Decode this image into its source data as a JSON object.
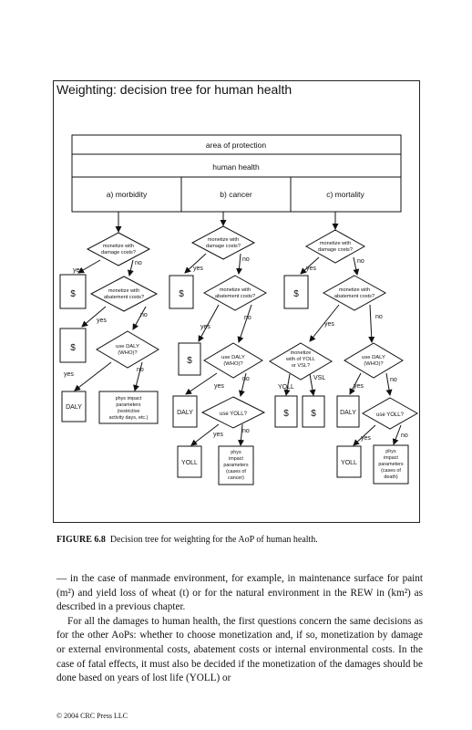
{
  "figure": {
    "title": "Weighting: decision tree for human health",
    "header": {
      "row1": "area of protection",
      "row2": "human health",
      "col_a": "a) morbidity",
      "col_b": "b) cancer",
      "col_c": "c) mortality"
    },
    "nodes": {
      "a_monetize_damage": [
        "monetize with",
        "damage costs?"
      ],
      "a_monetize_abatement": [
        "monetize with",
        "abatement costs?"
      ],
      "a_use_daly": [
        "use DALY",
        "(WHO)?"
      ],
      "a_phys": [
        "phys impact",
        "parameters",
        "(restrictive",
        "activity days, etc.)"
      ],
      "b_monetize_damage": [
        "monetize with",
        "damage costs?"
      ],
      "b_monetize_abatement": [
        "monetize with",
        "abatement costs?"
      ],
      "b_use_daly": [
        "use DALY",
        "(WHO)?"
      ],
      "b_use_yoll": [
        "use YOLL?"
      ],
      "b_phys": [
        "phys",
        "impact",
        "parameters",
        "(cases of",
        "cancer)"
      ],
      "c_monetize_damage": [
        "monetize with",
        "damage costs?"
      ],
      "c_monetize_abatement": [
        "monetize with",
        "abatement costs?"
      ],
      "c_monetize_yoll_vsl": [
        "monetize",
        "with of YOLL",
        "or VSL?"
      ],
      "c_use_daly": [
        "use DALY",
        "(WHO)?"
      ],
      "c_use_yoll": [
        "use YOLL?"
      ],
      "c_phys": [
        "phys",
        "impact",
        "parameters",
        "(cases of",
        "death)"
      ]
    },
    "labels": {
      "yes": "yes",
      "no": "no",
      "dollar": "$",
      "daly": "DALY",
      "yoll": "YOLL",
      "vsl": "VSL"
    }
  },
  "caption": {
    "label": "FIGURE 6.8",
    "text": "Decision tree for weighting for the AoP of human health."
  },
  "body": {
    "p1": "— in the case of manmade environment, for example, in maintenance surface for paint (m²) and yield loss of wheat (t) or for the natural environment in the REW in (km²) as described in a previous chapter.",
    "p2": "For all the damages to human health, the first questions concern the same decisions as for the other AoPs: whether to choose monetization and, if so, monetization by damage or external environmental costs, abatement costs or internal environmental costs. In the case of fatal effects, it must also be decided if the monetization of the damages should be done based on years of lost life (YOLL) or"
  },
  "footer": "© 2004 CRC Press LLC"
}
